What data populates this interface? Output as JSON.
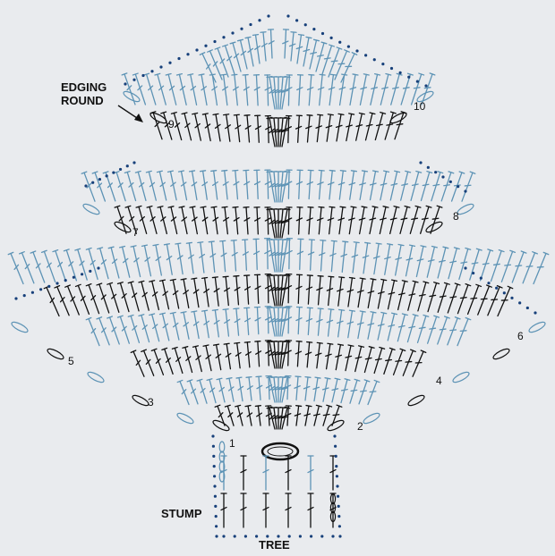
{
  "labels": {
    "edging": "EDGING\nROUND",
    "stump": "STUMP",
    "tree": "TREE"
  },
  "rounds": [
    "1",
    "2",
    "3",
    "4",
    "5",
    "6",
    "7",
    "8",
    "9",
    "10"
  ],
  "colors": {
    "background": "#e9ebee",
    "black": "#111111",
    "blue": "#5d93b5",
    "dot": "#17407a"
  }
}
